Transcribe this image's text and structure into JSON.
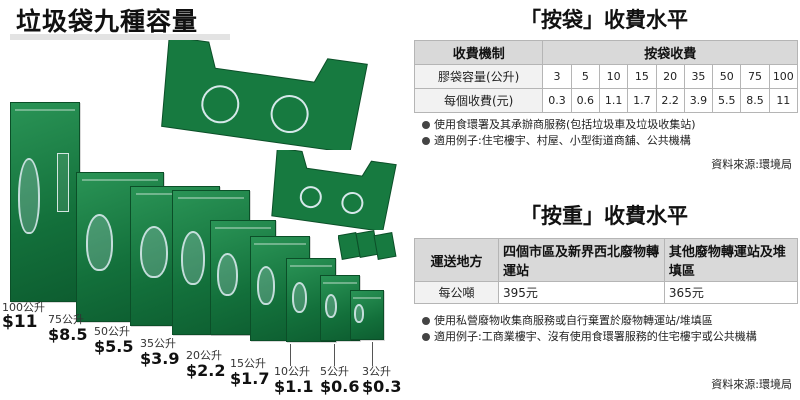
{
  "left": {
    "title": "垃圾袋九種容量",
    "bags": [
      {
        "volume": "100公升",
        "price": "$11"
      },
      {
        "volume": "75公升",
        "price": "$8.5"
      },
      {
        "volume": "50公升",
        "price": "$5.5"
      },
      {
        "volume": "35公升",
        "price": "$3.9"
      },
      {
        "volume": "20公升",
        "price": "$2.2"
      },
      {
        "volume": "15公升",
        "price": "$1.7"
      },
      {
        "volume": "10公升",
        "price": "$1.1"
      },
      {
        "volume": "5公升",
        "price": "$0.6"
      },
      {
        "volume": "3公升",
        "price": "$0.3"
      }
    ],
    "bag_color": "#13703b"
  },
  "per_bag": {
    "title": "「按袋」收費水平",
    "header": {
      "col1": "收費機制",
      "col2": "按袋收費"
    },
    "row_capacity": {
      "label": "膠袋容量(公升)",
      "values": [
        "3",
        "5",
        "10",
        "15",
        "20",
        "35",
        "50",
        "75",
        "100"
      ]
    },
    "row_fee": {
      "label": "每個收費(元)",
      "values": [
        "0.3",
        "0.6",
        "1.1",
        "1.7",
        "2.2",
        "3.9",
        "5.5",
        "8.5",
        "11"
      ]
    },
    "notes": [
      "使用食環署及其承辦商服務(包括垃圾車及垃圾收集站)",
      "適用例子:住宅樓宇、村屋、小型街道商舖、公共機構"
    ],
    "source": "資料來源:環境局"
  },
  "per_weight": {
    "title": "「按重」收費水平",
    "header": {
      "col1": "運送地方",
      "col2": "四個市區及新界西北廢物轉運站",
      "col3": "其他廢物轉運站及堆填區"
    },
    "row": {
      "label": "每公噸",
      "col2": "395元",
      "col3": "365元"
    },
    "notes": [
      "使用私營廢物收集商服務或自行棄置於廢物轉運站/堆填區",
      "適用例子:工商業樓宇、沒有使用食環署服務的住宅樓宇或公共機構"
    ],
    "source": "資料來源:環境局"
  }
}
